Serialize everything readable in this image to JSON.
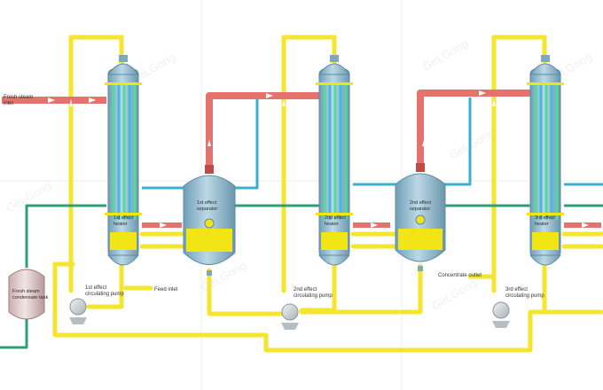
{
  "labels": {
    "fresh_steam_inlet": "Fresh steam inlet",
    "fresh_steam_condensate_tank": "Fresh steam condensate tank",
    "effect1": "1st effect heater",
    "effect2": "2nd effect heater",
    "effect3": "3rd effect heater",
    "separator1": "1st effect separator",
    "separator2": "2nd effect separator",
    "pump1": "1st effect circulating pump",
    "pump2": "2nd effect circulating pump",
    "pump3": "3rd effect circulating pump",
    "feed_inlet": "Feed inlet",
    "concentrate_outlet": "Concentrate outlet"
  },
  "watermark": "GeLGong",
  "colors": {
    "steam": "#e4726d",
    "vapor_blue": "#3ab0d0",
    "liquid_yellow": "#f4e62e",
    "condensate_green": "#2f9e7a",
    "vessel": "#8fb8cc",
    "tube_green": "#52d99b",
    "tube_blue": "#47b7e6",
    "band_yellow": "#f1e515"
  }
}
